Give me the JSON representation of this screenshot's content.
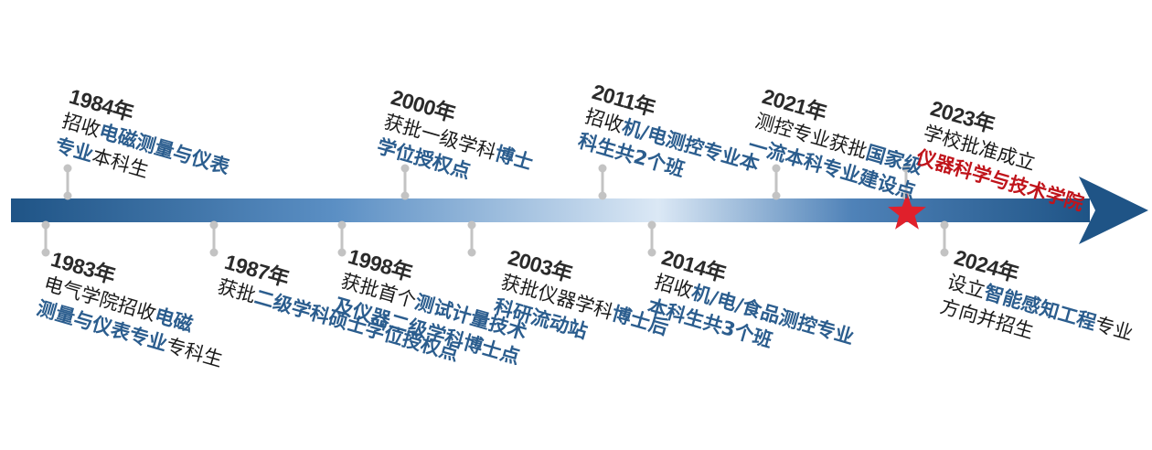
{
  "colors": {
    "arrow_dark": "#1f5486",
    "arrow_light": "#dbe8f5",
    "connector": "#c3c3c3",
    "highlight_blue": "#2b5d8e",
    "highlight_red": "#c0141b",
    "star": "#e0202b",
    "text": "#1a1a1a"
  },
  "events": [
    {
      "year": "1984年",
      "side": "above",
      "lines": [
        [
          {
            "t": "招收",
            "s": "n"
          },
          {
            "t": "电磁测量与仪表",
            "s": "b"
          }
        ],
        [
          {
            "t": "专业",
            "s": "b"
          },
          {
            "t": "本科生",
            "s": "n"
          }
        ]
      ]
    },
    {
      "year": "2000年",
      "side": "above",
      "lines": [
        [
          {
            "t": "获批一级学科",
            "s": "n"
          },
          {
            "t": "博士",
            "s": "b"
          }
        ],
        [
          {
            "t": "学位授权点",
            "s": "b"
          }
        ]
      ]
    },
    {
      "year": "2011年",
      "side": "above",
      "lines": [
        [
          {
            "t": "招收",
            "s": "n"
          },
          {
            "t": "机/电测控专业本",
            "s": "b"
          }
        ],
        [
          {
            "t": "科生共2个班",
            "s": "b"
          }
        ]
      ]
    },
    {
      "year": "2021年",
      "side": "above",
      "lines": [
        [
          {
            "t": "测控专业获批",
            "s": "n"
          },
          {
            "t": "国家级",
            "s": "b"
          }
        ],
        [
          {
            "t": "一流本科专业建设点",
            "s": "b"
          }
        ]
      ]
    },
    {
      "year": "2023年",
      "side": "above",
      "lines": [
        [
          {
            "t": "学校批准成立",
            "s": "n"
          }
        ],
        [
          {
            "t": "仪器科学与技术学院",
            "s": "r"
          }
        ]
      ]
    },
    {
      "year": "1983年",
      "side": "below",
      "lines": [
        [
          {
            "t": "电气学院招收",
            "s": "n"
          },
          {
            "t": "电磁",
            "s": "b"
          }
        ],
        [
          {
            "t": "测量与仪表专业",
            "s": "b"
          },
          {
            "t": "专科生",
            "s": "n"
          }
        ]
      ]
    },
    {
      "year": "1987年",
      "side": "below",
      "lines": [
        [
          {
            "t": "获批",
            "s": "n"
          },
          {
            "t": "二级学科硕士学位授权点",
            "s": "b"
          }
        ]
      ]
    },
    {
      "year": "1998年",
      "side": "below",
      "lines": [
        [
          {
            "t": "获批首个",
            "s": "n"
          },
          {
            "t": "测试计量技术",
            "s": "b"
          }
        ],
        [
          {
            "t": "及仪器二级学科博士点",
            "s": "b"
          }
        ]
      ]
    },
    {
      "year": "2003年",
      "side": "below",
      "lines": [
        [
          {
            "t": "获批仪器学科",
            "s": "n"
          },
          {
            "t": "博士后",
            "s": "b"
          }
        ],
        [
          {
            "t": "科研流动站",
            "s": "b"
          }
        ]
      ]
    },
    {
      "year": "2014年",
      "side": "below",
      "lines": [
        [
          {
            "t": "招收",
            "s": "n"
          },
          {
            "t": "机/电/食品测控专业",
            "s": "b"
          }
        ],
        [
          {
            "t": "本科生共3个班",
            "s": "b"
          }
        ]
      ]
    },
    {
      "year": "2024年",
      "side": "below",
      "lines": [
        [
          {
            "t": "设立",
            "s": "n"
          },
          {
            "t": "智能感知工程",
            "s": "b"
          },
          {
            "t": "专业",
            "s": "n"
          }
        ],
        [
          {
            "t": "方向并招生",
            "s": "n"
          }
        ]
      ]
    }
  ]
}
